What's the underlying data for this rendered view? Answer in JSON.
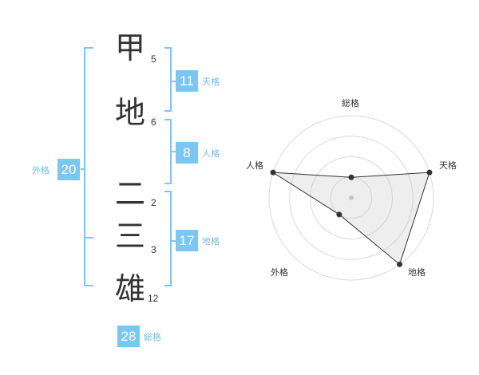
{
  "colors": {
    "accent": "#7cc6f2",
    "accent_text": "#6bbdea",
    "text": "#333333"
  },
  "name": {
    "characters": [
      {
        "char": "甲",
        "strokes": "5"
      },
      {
        "char": "地",
        "strokes": "6"
      },
      {
        "char": "二",
        "strokes": "2"
      },
      {
        "char": "三",
        "strokes": "3"
      },
      {
        "char": "雄",
        "strokes": "12"
      }
    ]
  },
  "kakusu": {
    "tenkaku": {
      "value": "11",
      "label": "天格"
    },
    "jinkaku": {
      "value": "8",
      "label": "人格"
    },
    "chikaku": {
      "value": "17",
      "label": "地格"
    },
    "gaikaku": {
      "value": "20",
      "label": "外格"
    },
    "soukaku": {
      "value": "28",
      "label": "総格"
    }
  },
  "chart_data": {
    "type": "radar",
    "axes": [
      "総格",
      "天格",
      "地格",
      "外格",
      "人格"
    ],
    "levels": 4,
    "range": [
      0,
      4
    ],
    "values": [
      1,
      4,
      4,
      1,
      4
    ]
  }
}
